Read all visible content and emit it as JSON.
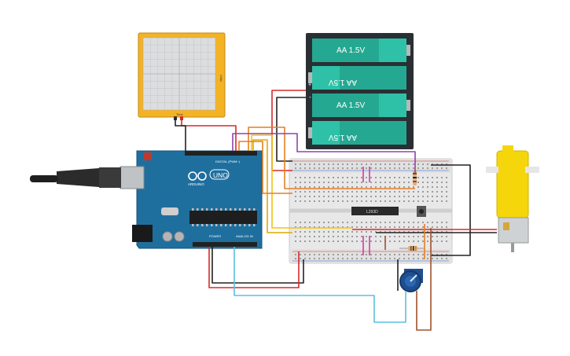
{
  "colors": {
    "background": "#ffffff",
    "arduino_board": "#1f6f9e",
    "usb_cable": "#2b2b2b",
    "oscilloscope_frame": "#f4b324",
    "oscilloscope_screen": "#d9dadb",
    "battery_body": "#2a2f33",
    "battery_cell": "#2ec1a8",
    "breadboard": "#e8e8e8",
    "motor": "#f5d60b",
    "wire_red": "#d52b2b",
    "wire_black": "#222222",
    "wire_orange": "#e67e22",
    "wire_yellow": "#f1c40f",
    "wire_purple": "#8e44ad",
    "wire_brown": "#a0522d",
    "wire_cyan": "#5bc0de",
    "wire_magenta": "#d63aa5",
    "potentiometer": "#1e4f91"
  },
  "components": {
    "arduino": {
      "name": "Arduino Uno",
      "logo_text": "ARDUINO",
      "model_text": "UNO",
      "digital_label": "DIGITAL (PWM~)",
      "power_label": "POWER",
      "analog_label": "ANALOG IN"
    },
    "oscilloscope": {
      "name": "Oscilloscope",
      "time_label": "Time",
      "volt_label": "V/div"
    },
    "battery_pack": {
      "name": "4x AA Battery Pack",
      "cells": [
        "AA 1.5V",
        "AA 1.5V",
        "AA 1.5V",
        "AA 1.5V"
      ],
      "plus": "+",
      "minus": "-"
    },
    "ic_chip": {
      "label": "L293D"
    },
    "motor": {
      "name": "DC Motor"
    },
    "potentiometer": {
      "name": "Potentiometer"
    },
    "breadboard": {
      "name": "Breadboard"
    }
  }
}
